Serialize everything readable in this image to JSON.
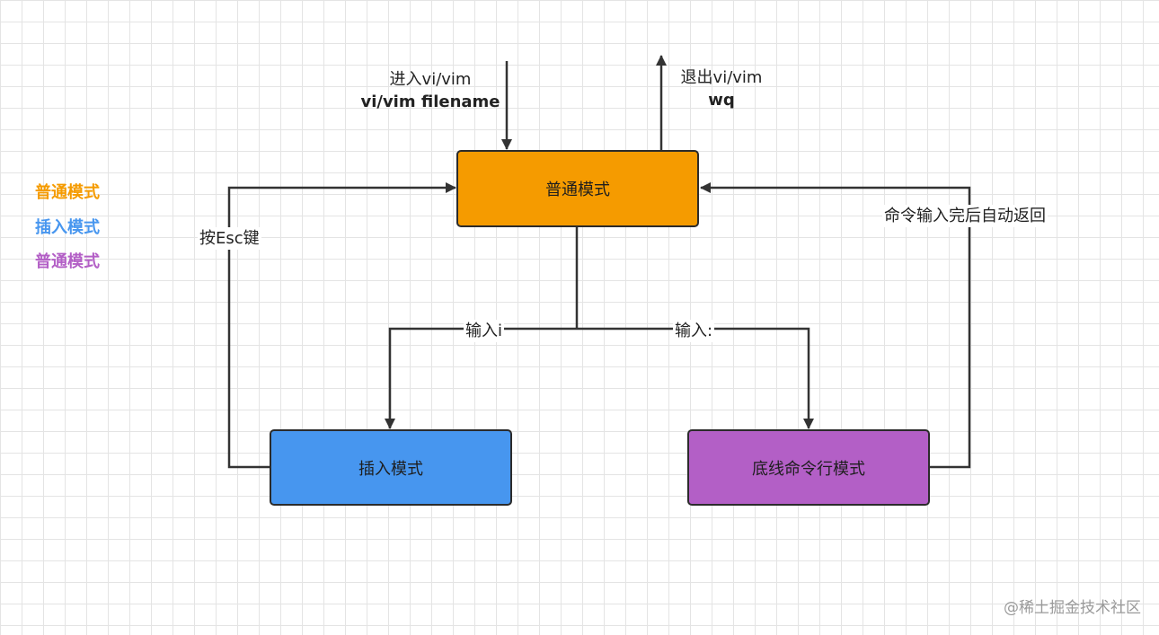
{
  "nodes": {
    "normal": "普通模式",
    "insert": "插入模式",
    "cmdline": "底线命令行模式"
  },
  "edges": {
    "enter": {
      "line1": "进入vi/vim",
      "line2": "vi/vim filename"
    },
    "exit": {
      "line1": "退出vi/vim",
      "line2": "wq"
    },
    "esc": "按Esc键",
    "cmd_return": "命令输入完后自动返回",
    "input_i": "输入i",
    "input_colon": "输入:"
  },
  "legend": [
    {
      "label": "普通模式",
      "color": "#f59b00"
    },
    {
      "label": "插入模式",
      "color": "#4796ef"
    },
    {
      "label": "普通模式",
      "color": "#b35fc6"
    }
  ],
  "watermark": "@稀土掘金技术社区",
  "colors": {
    "normal_fill": "#f59b00",
    "insert_fill": "#4796ef",
    "cmdline_fill": "#b35fc6",
    "connector": "#333333"
  }
}
